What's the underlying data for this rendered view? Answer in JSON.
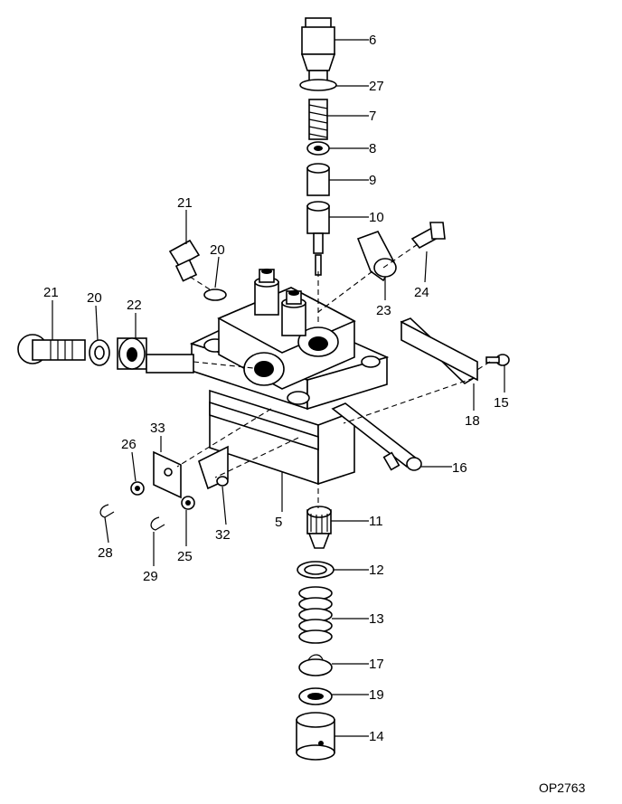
{
  "figure": {
    "reference_code": "OP2763"
  },
  "callouts": [
    {
      "id": "c6",
      "label": "6"
    },
    {
      "id": "c27",
      "label": "27"
    },
    {
      "id": "c7",
      "label": "7"
    },
    {
      "id": "c8",
      "label": "8"
    },
    {
      "id": "c9",
      "label": "9"
    },
    {
      "id": "c10",
      "label": "10"
    },
    {
      "id": "c21a",
      "label": "21"
    },
    {
      "id": "c20a",
      "label": "20"
    },
    {
      "id": "c24",
      "label": "24"
    },
    {
      "id": "c23",
      "label": "23"
    },
    {
      "id": "c21b",
      "label": "21"
    },
    {
      "id": "c20b",
      "label": "20"
    },
    {
      "id": "c22",
      "label": "22"
    },
    {
      "id": "c15",
      "label": "15"
    },
    {
      "id": "c18",
      "label": "18"
    },
    {
      "id": "c33",
      "label": "33"
    },
    {
      "id": "c26",
      "label": "26"
    },
    {
      "id": "c16",
      "label": "16"
    },
    {
      "id": "c5",
      "label": "5"
    },
    {
      "id": "c11",
      "label": "11"
    },
    {
      "id": "c32",
      "label": "32"
    },
    {
      "id": "c28",
      "label": "28"
    },
    {
      "id": "c25",
      "label": "25"
    },
    {
      "id": "c29",
      "label": "29"
    },
    {
      "id": "c12",
      "label": "12"
    },
    {
      "id": "c13",
      "label": "13"
    },
    {
      "id": "c17",
      "label": "17"
    },
    {
      "id": "c19",
      "label": "19"
    },
    {
      "id": "c14",
      "label": "14"
    }
  ]
}
